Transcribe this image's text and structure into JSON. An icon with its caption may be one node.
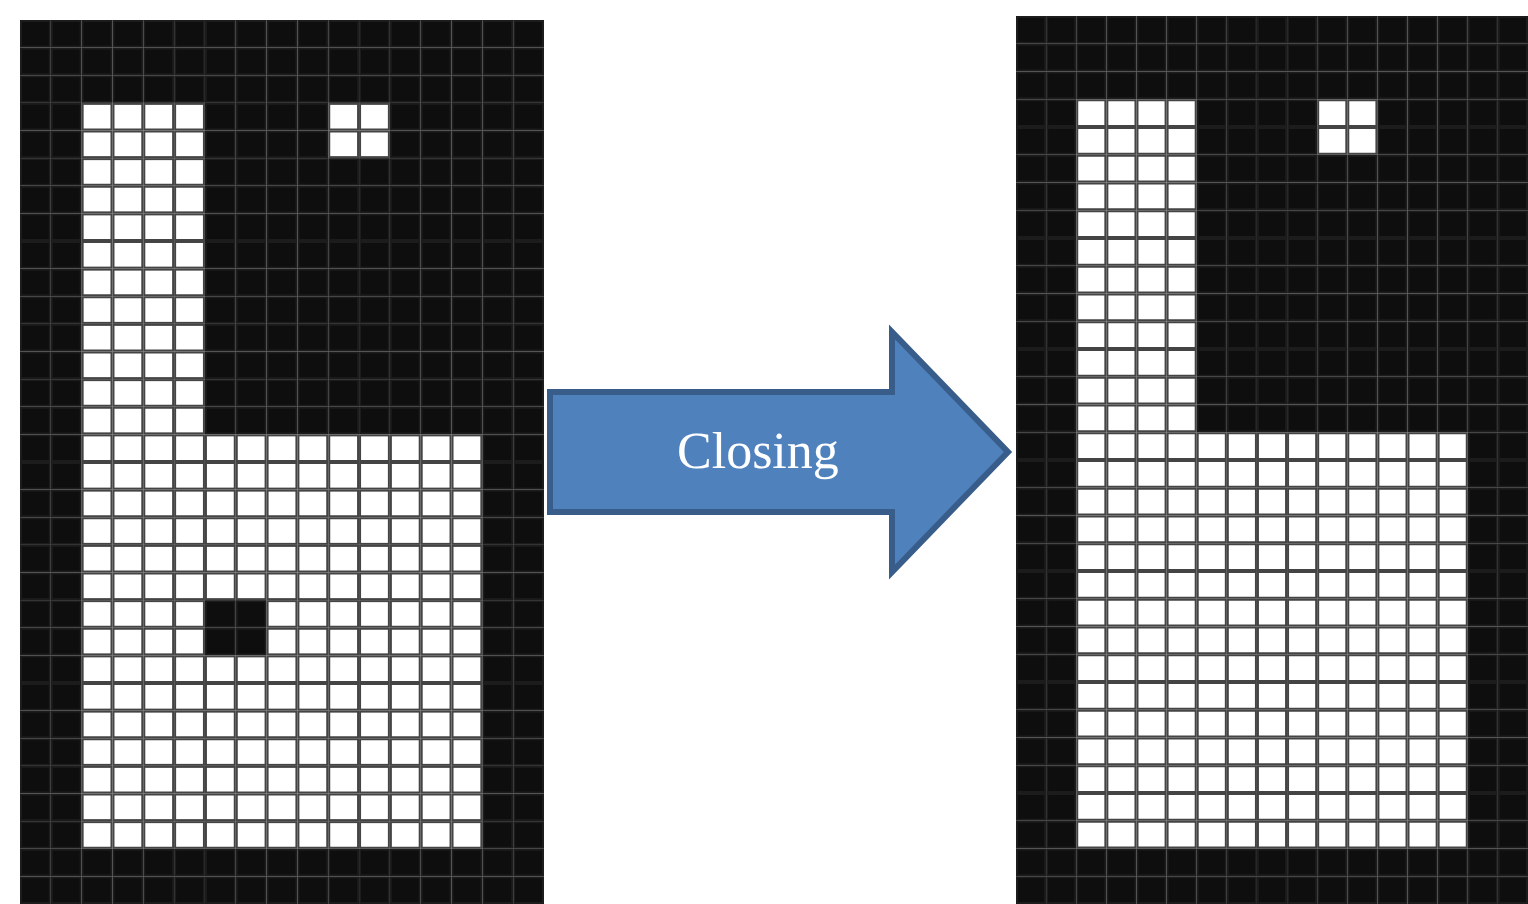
{
  "diagram": {
    "nodes": [
      {
        "text": [],
        "shape": "picture"
      },
      {
        "text": [],
        "shape": "picture"
      }
    ],
    "edges": [
      {
        "from": 0,
        "to": 1,
        "arrow": "to",
        "label": "Closing"
      }
    ]
  }
}
